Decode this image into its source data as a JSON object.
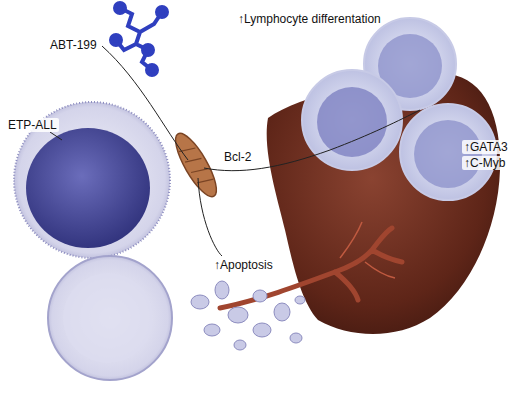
{
  "diagram": {
    "labels": [
      "ABT-199",
      "ETP-ALL",
      "Bcl-2",
      "↑Lymphocyte differentation",
      "↑GATA3",
      "↑C-Myb",
      "↑Apoptosis"
    ]
  }
}
